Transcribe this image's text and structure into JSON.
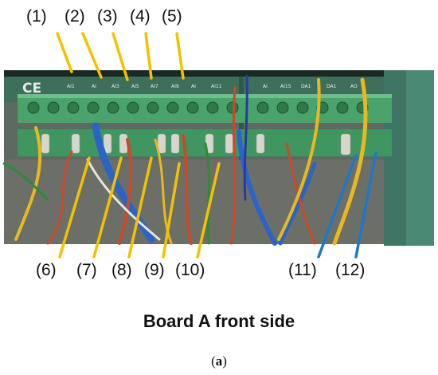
{
  "top_labels": [
    "(1)",
    "(2)",
    "(3)",
    "(4)",
    "(5)"
  ],
  "bottom_labels_left": [
    "(6)",
    "(7)",
    "(8)",
    "(9)",
    "(10)"
  ],
  "bottom_labels_right": [
    "(11)",
    "(12)"
  ],
  "caption": "Board A front side",
  "subcaption_open": "(",
  "subcaption_letter": "a",
  "subcaption_close": ")",
  "colors": {
    "pcb": "#3a6e5c",
    "terminal_block": "#4aa36a",
    "terminal_dark": "#2f7a48",
    "leader_yellow": "#f2c200",
    "leader_blue": "#1e78c8",
    "wire_blue": "#2a64c8",
    "wire_red": "#c84a2a",
    "wire_yellow": "#e8b820",
    "wire_green": "#2f8a3a",
    "wire_white": "#e8e4dc"
  }
}
